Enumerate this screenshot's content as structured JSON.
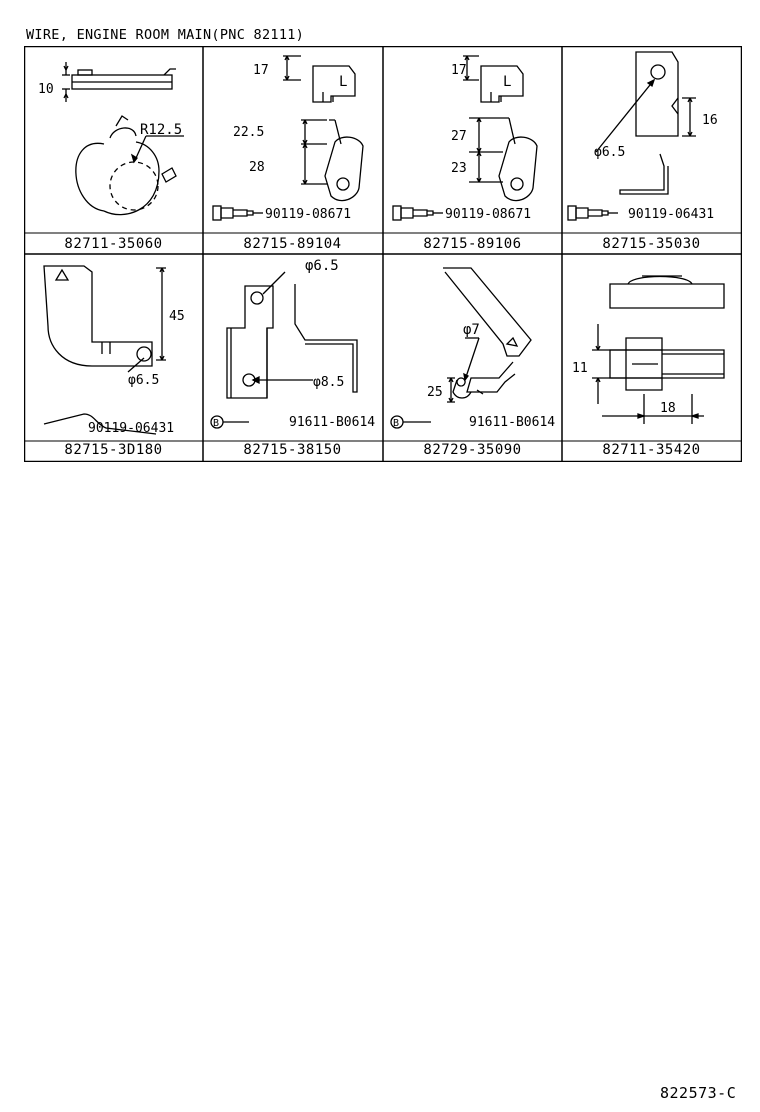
{
  "header": {
    "title": "WIRE, ENGINE ROOM MAIN(PNC 82111)"
  },
  "cells": [
    {
      "part_number": "82711-35060",
      "dims": [
        "10",
        "R12.5"
      ],
      "fastener": ""
    },
    {
      "part_number": "82715-89104",
      "dims": [
        "17",
        "22.5",
        "28",
        "L"
      ],
      "fastener": "90119-08671"
    },
    {
      "part_number": "82715-89106",
      "dims": [
        "17",
        "27",
        "23",
        "L"
      ],
      "fastener": "90119-08671"
    },
    {
      "part_number": "82715-35030",
      "dims": [
        "16",
        "φ6.5"
      ],
      "fastener": "90119-06431"
    },
    {
      "part_number": "82715-3D180",
      "dims": [
        "45",
        "φ6.5"
      ],
      "fastener": "90119-06431"
    },
    {
      "part_number": "82715-38150",
      "dims": [
        "φ6.5",
        "φ8.5"
      ],
      "fastener": "91611-B0614",
      "marker": "B"
    },
    {
      "part_number": "82729-35090",
      "dims": [
        "φ7",
        "25"
      ],
      "fastener": "91611-B0614",
      "marker": "B"
    },
    {
      "part_number": "82711-35420",
      "dims": [
        "11",
        "18"
      ],
      "fastener": ""
    }
  ],
  "footer": {
    "code": "822573-C"
  }
}
